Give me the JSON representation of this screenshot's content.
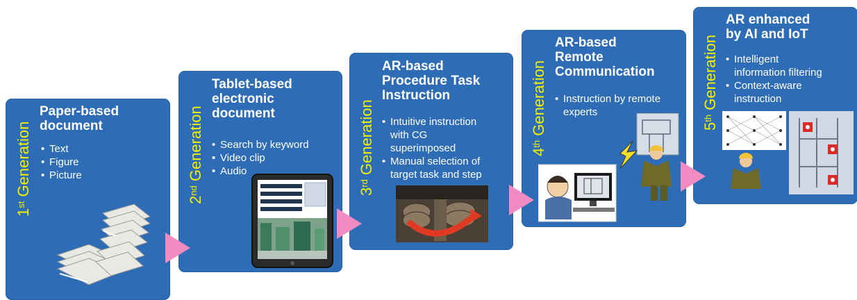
{
  "panels": [
    {
      "gen_num": "1",
      "gen_sup": "st",
      "gen_word": "Generation",
      "title": [
        "Paper-based",
        "document"
      ],
      "bullets": [
        "Text",
        "Figure",
        "Picture"
      ]
    },
    {
      "gen_num": "2",
      "gen_sup": "nd",
      "gen_word": "Generation",
      "title": [
        "Tablet-based",
        "electronic",
        "document"
      ],
      "bullets": [
        "Search by keyword",
        "Video clip",
        "Audio"
      ]
    },
    {
      "gen_num": "3",
      "gen_sup": "rd",
      "gen_word": "Generation",
      "title": [
        "AR-based",
        "Procedure Task",
        "Instruction"
      ],
      "bullets": [
        "Intuitive instruction",
        "with CG",
        "superimposed",
        "Manual selection of",
        "target task and step"
      ]
    },
    {
      "gen_num": "4",
      "gen_sup": "th",
      "gen_word": "Generation",
      "title": [
        "AR-based",
        "Remote",
        "Communication"
      ],
      "bullets": [
        "Instruction by remote",
        "experts"
      ]
    },
    {
      "gen_num": "5",
      "gen_sup": "th",
      "gen_word": "Generation",
      "title": [
        "AR enhanced",
        "by AI and IoT"
      ],
      "bullets": [
        "Intelligent",
        "information filtering",
        "Context-aware",
        "instruction"
      ]
    }
  ],
  "colors": {
    "panel": "#2e6db6",
    "generation_text": "#f3f000",
    "arrow": "#f28bc2",
    "text": "#ffffff"
  }
}
